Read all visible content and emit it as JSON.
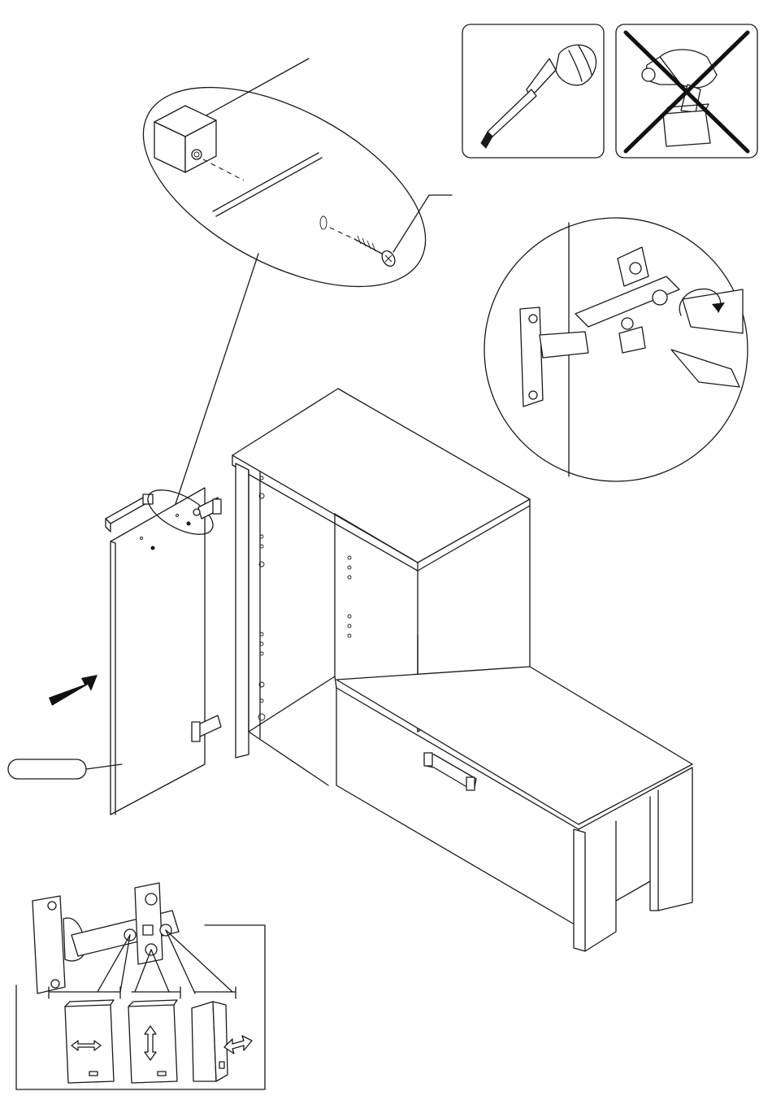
{
  "figure": {
    "panels": {
      "tools": [
        {
          "name": "screwdriver",
          "icon": "screwdriver-icon",
          "allowed": true
        },
        {
          "name": "cordless-drill",
          "icon": "drill-icon",
          "allowed": false
        }
      ],
      "detail_connector": {
        "icon": "connector-block-icon"
      },
      "detail_hinge_screw": {
        "icon": "hinge-adjust-icon"
      },
      "hinge_adjustment": {
        "directions": [
          "horizontal",
          "vertical",
          "depth"
        ]
      }
    },
    "part_label": ""
  },
  "colors": {
    "line": "#1a1a1a",
    "background": "#ffffff",
    "arrow": "#111111"
  }
}
